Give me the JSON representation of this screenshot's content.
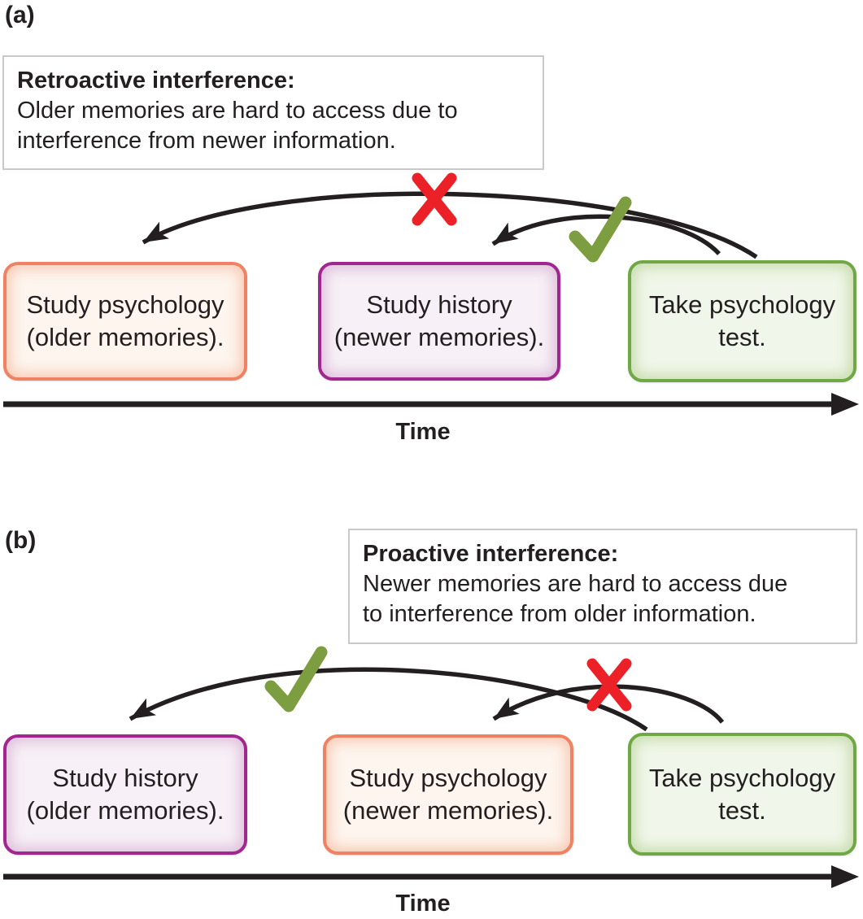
{
  "panel_a": {
    "label": "(a)",
    "info_title": "Retroactive interference:",
    "info_line1": "Older memories are hard to access due to",
    "info_line2": "interference from newer information.",
    "box1_line1": "Study psychology",
    "box1_line2": "(older memories).",
    "box2_line1": "Study history",
    "box2_line2": "(newer memories).",
    "box3_line1": "Take psychology",
    "box3_line2": "test.",
    "timeline_label": "Time"
  },
  "panel_b": {
    "label": "(b)",
    "info_title": "Proactive interference:",
    "info_line1": "Newer memories are hard to access due",
    "info_line2": "to interference from older information.",
    "box1_line1": "Study history",
    "box1_line2": "(older memories).",
    "box2_line1": "Study psychology",
    "box2_line2": "(newer memories).",
    "box3_line1": "Take psychology",
    "box3_line2": "test.",
    "timeline_label": "Time"
  },
  "colors": {
    "arrow_black": "#231f20",
    "x_mark_red": "#ec2027",
    "check_mark_green": "#7d9d41",
    "orange_node_border": "#f08162",
    "orange_node_fill": "#fdf5ee",
    "purple_node_border": "#a2268f",
    "purple_node_fill": "#f7f0f6",
    "green_node_border": "#70a845",
    "green_node_fill": "#f0f6e9",
    "info_box_border": "#c7c9cb",
    "text": "#231f20"
  }
}
